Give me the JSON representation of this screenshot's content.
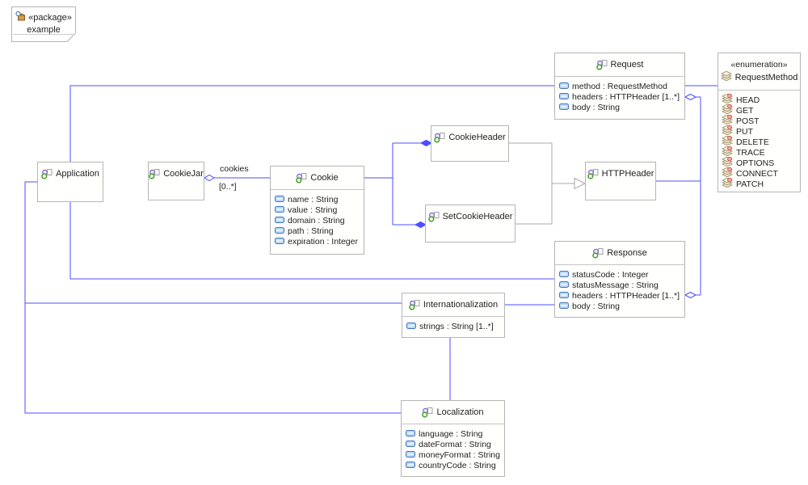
{
  "package_note": {
    "stereotype": "«package»",
    "name": "example"
  },
  "classes": {
    "application": {
      "name": "Application",
      "attributes": []
    },
    "cookiejar": {
      "name": "CookieJar",
      "attributes": []
    },
    "cookie": {
      "name": "Cookie",
      "attributes": [
        "name : String",
        "value : String",
        "domain : String",
        "path : String",
        "expiration : Integer"
      ]
    },
    "cookieheader": {
      "name": "CookieHeader",
      "attributes": []
    },
    "setcookieheader": {
      "name": "SetCookieHeader",
      "attributes": []
    },
    "httpheader": {
      "name": "HTTPHeader",
      "attributes": []
    },
    "request": {
      "name": "Request",
      "attributes": [
        "method : RequestMethod",
        "headers : HTTPHeader [1..*]",
        "body : String"
      ]
    },
    "response": {
      "name": "Response",
      "attributes": [
        "statusCode : Integer",
        "statusMessage : String",
        "headers : HTTPHeader [1..*]",
        "body : String"
      ]
    },
    "internationalization": {
      "name": "Internationalization",
      "attributes": [
        "strings : String [1..*]"
      ]
    },
    "localization": {
      "name": "Localization",
      "attributes": [
        "language : String",
        "dateFormat : String",
        "moneyFormat : String",
        "countryCode : String"
      ]
    }
  },
  "enumeration": {
    "stereotype": "«enumeration»",
    "name": "RequestMethod",
    "literals": [
      "HEAD",
      "GET",
      "POST",
      "PUT",
      "DELETE",
      "TRACE",
      "OPTIONS",
      "CONNECT",
      "PATCH"
    ]
  },
  "edge_labels": {
    "cookies_name": "cookies",
    "cookies_multiplicity": "[0..*]"
  },
  "colors": {
    "association": "#4d4dff",
    "generalization": "#a8a8a8",
    "box_border": "#b5b5b5",
    "box_fill": "#fffffe"
  }
}
